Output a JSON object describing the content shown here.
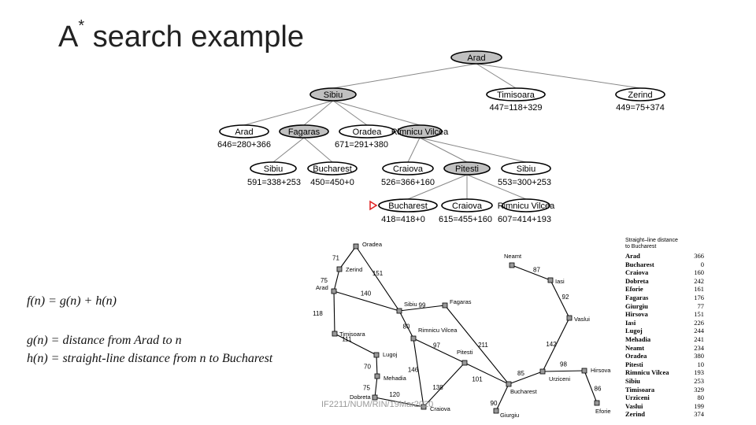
{
  "title": {
    "text": "A",
    "sup": "*",
    "rest": " search example"
  },
  "formulas": {
    "f": "f(n) = g(n) + h(n)",
    "g": "g(n) = distance from Arad to n",
    "h": "h(n) = straight-line distance from n to Bucharest"
  },
  "footer": "IF2211/NUM/RIN/19Mar2020",
  "colors": {
    "expanded_fill": "#c0c0c0",
    "goal_marker": "#e02020"
  },
  "tree": {
    "nodes": [
      {
        "id": "arad_root",
        "label": "Arad",
        "expanded": true,
        "f": ""
      },
      {
        "id": "sibiu1",
        "label": "Sibiu",
        "expanded": true,
        "f": ""
      },
      {
        "id": "timisoara1",
        "label": "Timisoara",
        "expanded": false,
        "f": "447=118+329"
      },
      {
        "id": "zerind1",
        "label": "Zerind",
        "expanded": false,
        "f": "449=75+374"
      },
      {
        "id": "arad2",
        "label": "Arad",
        "expanded": false,
        "f": "646=280+366"
      },
      {
        "id": "fagaras",
        "label": "Fagaras",
        "expanded": true,
        "f": ""
      },
      {
        "id": "oradea",
        "label": "Oradea",
        "expanded": false,
        "f": "671=291+380"
      },
      {
        "id": "rimnicu1",
        "label": "Rimnicu Vilcea",
        "expanded": true,
        "f": ""
      },
      {
        "id": "sibiu2",
        "label": "Sibiu",
        "expanded": false,
        "f": "591=338+253"
      },
      {
        "id": "bucharest1",
        "label": "Bucharest",
        "expanded": false,
        "f": "450=450+0"
      },
      {
        "id": "craiova1",
        "label": "Craiova",
        "expanded": false,
        "f": "526=366+160"
      },
      {
        "id": "pitesti",
        "label": "Pitesti",
        "expanded": true,
        "f": ""
      },
      {
        "id": "sibiu3",
        "label": "Sibiu",
        "expanded": false,
        "f": "553=300+253"
      },
      {
        "id": "bucharest2",
        "label": "Bucharest",
        "expanded": false,
        "f": "418=418+0",
        "goal": true
      },
      {
        "id": "craiova2",
        "label": "Craiova",
        "expanded": false,
        "f": "615=455+160"
      },
      {
        "id": "rimnicu2",
        "label": "Rimnicu Vilcea",
        "expanded": false,
        "f": "607=414+193"
      }
    ],
    "edges": [
      [
        "arad_root",
        "sibiu1"
      ],
      [
        "arad_root",
        "timisoara1"
      ],
      [
        "arad_root",
        "zerind1"
      ],
      [
        "sibiu1",
        "arad2"
      ],
      [
        "sibiu1",
        "fagaras"
      ],
      [
        "sibiu1",
        "oradea"
      ],
      [
        "sibiu1",
        "rimnicu1"
      ],
      [
        "fagaras",
        "sibiu2"
      ],
      [
        "fagaras",
        "bucharest1"
      ],
      [
        "rimnicu1",
        "craiova1"
      ],
      [
        "rimnicu1",
        "pitesti"
      ],
      [
        "rimnicu1",
        "sibiu3"
      ],
      [
        "pitesti",
        "bucharest2"
      ],
      [
        "pitesti",
        "craiova2"
      ],
      [
        "pitesti",
        "rimnicu2"
      ]
    ]
  },
  "map": {
    "cities": [
      {
        "id": "oradea",
        "label": "Oradea"
      },
      {
        "id": "zerind",
        "label": "Zerind"
      },
      {
        "id": "arad",
        "label": "Arad"
      },
      {
        "id": "timisoara",
        "label": "Timisoara"
      },
      {
        "id": "lugoj",
        "label": "Lugoj"
      },
      {
        "id": "mehadia",
        "label": "Mehadia"
      },
      {
        "id": "dobreta",
        "label": "Dobreta"
      },
      {
        "id": "craiova",
        "label": "Craiova"
      },
      {
        "id": "sibiu",
        "label": "Sibiu"
      },
      {
        "id": "rimnicu",
        "label": "Rimnicu Vilcea"
      },
      {
        "id": "fagaras",
        "label": "Fagaras"
      },
      {
        "id": "pitesti",
        "label": "Pitesti"
      },
      {
        "id": "bucharest",
        "label": "Bucharest"
      },
      {
        "id": "giurgiu",
        "label": "Giurgiu"
      },
      {
        "id": "urziceni",
        "label": "Urziceni"
      },
      {
        "id": "hirsova",
        "label": "Hirsova"
      },
      {
        "id": "eforie",
        "label": "Eforie"
      },
      {
        "id": "vaslui",
        "label": "Vaslui"
      },
      {
        "id": "iasi",
        "label": "Iasi"
      },
      {
        "id": "neamt",
        "label": "Neamt"
      }
    ],
    "roads": [
      {
        "a": "oradea",
        "b": "zerind",
        "d": "71"
      },
      {
        "a": "oradea",
        "b": "sibiu",
        "d": "151"
      },
      {
        "a": "zerind",
        "b": "arad",
        "d": "75"
      },
      {
        "a": "arad",
        "b": "sibiu",
        "d": "140"
      },
      {
        "a": "arad",
        "b": "timisoara",
        "d": "118"
      },
      {
        "a": "timisoara",
        "b": "lugoj",
        "d": "111"
      },
      {
        "a": "lugoj",
        "b": "mehadia",
        "d": "70"
      },
      {
        "a": "mehadia",
        "b": "dobreta",
        "d": "75"
      },
      {
        "a": "dobreta",
        "b": "craiova",
        "d": "120"
      },
      {
        "a": "sibiu",
        "b": "fagaras",
        "d": "99"
      },
      {
        "a": "sibiu",
        "b": "rimnicu",
        "d": "80"
      },
      {
        "a": "rimnicu",
        "b": "pitesti",
        "d": "97"
      },
      {
        "a": "rimnicu",
        "b": "craiova",
        "d": "146"
      },
      {
        "a": "craiova",
        "b": "pitesti",
        "d": "138"
      },
      {
        "a": "fagaras",
        "b": "bucharest",
        "d": "211"
      },
      {
        "a": "pitesti",
        "b": "bucharest",
        "d": "101"
      },
      {
        "a": "bucharest",
        "b": "giurgiu",
        "d": "90"
      },
      {
        "a": "bucharest",
        "b": "urziceni",
        "d": "85"
      },
      {
        "a": "urziceni",
        "b": "hirsova",
        "d": "98"
      },
      {
        "a": "hirsova",
        "b": "eforie",
        "d": "86"
      },
      {
        "a": "urziceni",
        "b": "vaslui",
        "d": "142"
      },
      {
        "a": "vaslui",
        "b": "iasi",
        "d": "92"
      },
      {
        "a": "iasi",
        "b": "neamt",
        "d": "87"
      }
    ]
  },
  "sld": {
    "title": "Straight–line distance\nto Bucharest",
    "rows": [
      {
        "city": "Arad",
        "dist": "366"
      },
      {
        "city": "Bucharest",
        "dist": "0"
      },
      {
        "city": "Craiova",
        "dist": "160"
      },
      {
        "city": "Dobreta",
        "dist": "242"
      },
      {
        "city": "Eforie",
        "dist": "161"
      },
      {
        "city": "Fagaras",
        "dist": "176"
      },
      {
        "city": "Giurgiu",
        "dist": "77"
      },
      {
        "city": "Hirsova",
        "dist": "151"
      },
      {
        "city": "Iasi",
        "dist": "226"
      },
      {
        "city": "Lugoj",
        "dist": "244"
      },
      {
        "city": "Mehadia",
        "dist": "241"
      },
      {
        "city": "Neamt",
        "dist": "234"
      },
      {
        "city": "Oradea",
        "dist": "380"
      },
      {
        "city": "Pitesti",
        "dist": "10"
      },
      {
        "city": "Rimnicu Vilcea",
        "dist": "193"
      },
      {
        "city": "Sibiu",
        "dist": "253"
      },
      {
        "city": "Timisoara",
        "dist": "329"
      },
      {
        "city": "Urziceni",
        "dist": "80"
      },
      {
        "city": "Vaslui",
        "dist": "199"
      },
      {
        "city": "Zerind",
        "dist": "374"
      }
    ]
  }
}
